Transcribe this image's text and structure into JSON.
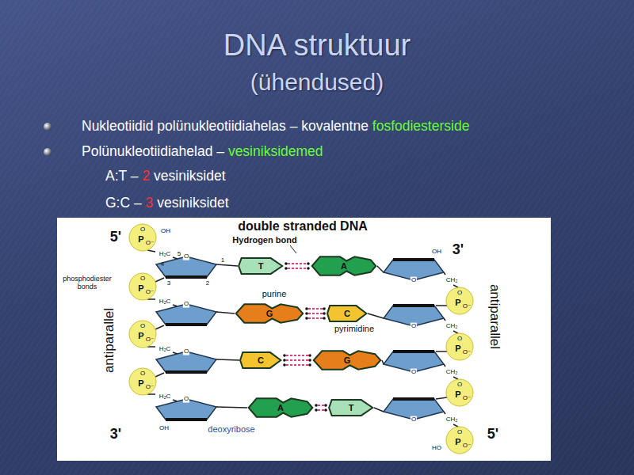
{
  "diagram": {
    "title": "DNA struktuur",
    "nodes": [
      {
        "text": [
          "T"
        ]
      },
      {
        "text": [
          "A"
        ]
      },
      {
        "text": [
          "G"
        ]
      },
      {
        "text": [
          "C"
        ]
      },
      {
        "text": [
          "C"
        ]
      },
      {
        "text": [
          "G"
        ]
      },
      {
        "text": [
          "A"
        ]
      },
      {
        "text": [
          "T"
        ]
      }
    ],
    "edges": [
      {
        "from": 0,
        "to": 1,
        "arrow": "none"
      },
      {
        "from": 2,
        "to": 3,
        "arrow": "none"
      },
      {
        "from": 4,
        "to": 5,
        "arrow": "none"
      },
      {
        "from": 6,
        "to": 7,
        "arrow": "none"
      }
    ],
    "labels": [
      "Nukleotiidid polünukleotiidiahelas – kovalentne",
      "fosfodiesterside",
      "Polünukleotiidiahelad –",
      "vesiniksidemed",
      "A:T –",
      "2",
      "vesiniksidet",
      "G:C –",
      "3",
      "vesiniksidet",
      "(ühendused)",
      "double stranded DNA",
      "Hydrogen bond",
      "5'",
      "3'",
      "3'",
      "5'",
      "phosphodiester bonds",
      "antiparallel",
      "antiparallel",
      "purine",
      "pyrimidine",
      "deoxyribose",
      "5",
      "4",
      "3",
      "2",
      "1",
      "OH",
      "OH",
      "OH",
      "HO",
      "O",
      "P",
      "O⁻",
      "O",
      "P",
      "O⁻",
      "O",
      "P",
      "O⁻",
      "O",
      "P",
      "O⁻",
      "O",
      "P",
      "O⁻",
      "O",
      "P",
      "O⁻",
      "O",
      "P",
      "O⁻",
      "O",
      "P",
      "O⁻",
      "H₂C",
      "H₂C",
      "H₂C",
      "H₂C",
      "CH₂",
      "CH₂",
      "CH₂",
      "CH₂",
      "O",
      "O",
      "O",
      "O",
      "O",
      "O",
      "O",
      "O"
    ]
  }
}
